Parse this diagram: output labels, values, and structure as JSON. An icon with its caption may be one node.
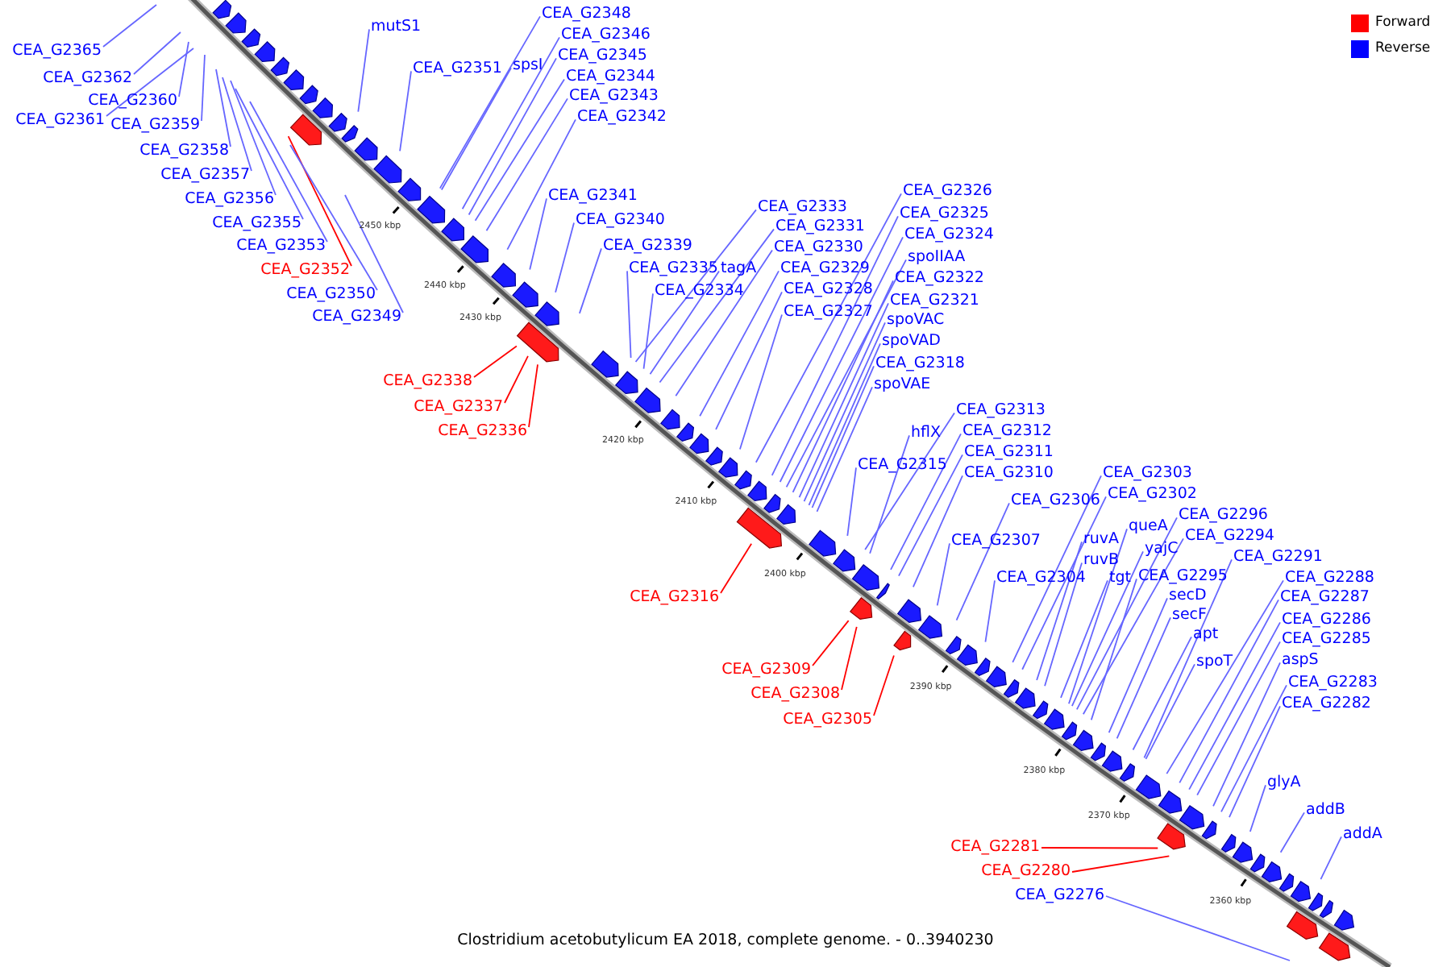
{
  "diagram": {
    "caption": "Clostridium acetobutylicum EA 2018, complete genome. - 0..3940230",
    "nodes": [
      {
        "text": [
          "CEA_G2365"
        ]
      },
      {
        "text": [
          "CEA_G2362"
        ]
      },
      {
        "text": [
          "CEA_G2360"
        ]
      },
      {
        "text": [
          "CEA_G2361"
        ]
      },
      {
        "text": [
          "CEA_G2359"
        ]
      },
      {
        "text": [
          "CEA_G2358"
        ]
      },
      {
        "text": [
          "CEA_G2357"
        ]
      },
      {
        "text": [
          "CEA_G2356"
        ]
      },
      {
        "text": [
          "CEA_G2355"
        ]
      },
      {
        "text": [
          "CEA_G2353"
        ]
      },
      {
        "text": [
          "CEA_G2352"
        ]
      },
      {
        "text": [
          "CEA_G2350"
        ]
      },
      {
        "text": [
          "CEA_G2349"
        ]
      },
      {
        "text": [
          "mutS1"
        ]
      },
      {
        "text": [
          "CEA_G2348"
        ]
      },
      {
        "text": [
          "CEA_G2351"
        ]
      },
      {
        "text": [
          "spsI"
        ]
      },
      {
        "text": [
          "CEA_G2346"
        ]
      },
      {
        "text": [
          "CEA_G2345"
        ]
      },
      {
        "text": [
          "CEA_G2344"
        ]
      },
      {
        "text": [
          "CEA_G2343"
        ]
      },
      {
        "text": [
          "CEA_G2342"
        ]
      },
      {
        "text": [
          "CEA_G2341"
        ]
      },
      {
        "text": [
          "CEA_G2340"
        ]
      },
      {
        "text": [
          "CEA_G2339"
        ]
      },
      {
        "text": [
          "CEA_G2338"
        ]
      },
      {
        "text": [
          "CEA_G2337"
        ]
      },
      {
        "text": [
          "CEA_G2336"
        ]
      },
      {
        "text": [
          "CEA_G2333"
        ]
      },
      {
        "text": [
          "CEA_G2335"
        ]
      },
      {
        "text": [
          "tagA"
        ]
      },
      {
        "text": [
          "CEA_G2334"
        ]
      },
      {
        "text": [
          "CEA_G2331"
        ]
      },
      {
        "text": [
          "CEA_G2330"
        ]
      },
      {
        "text": [
          "CEA_G2329"
        ]
      },
      {
        "text": [
          "CEA_G2328"
        ]
      },
      {
        "text": [
          "CEA_G2327"
        ]
      },
      {
        "text": [
          "CEA_G2326"
        ]
      },
      {
        "text": [
          "CEA_G2325"
        ]
      },
      {
        "text": [
          "CEA_G2324"
        ]
      },
      {
        "text": [
          "spoIIAA"
        ]
      },
      {
        "text": [
          "CEA_G2322"
        ]
      },
      {
        "text": [
          "CEA_G2321"
        ]
      },
      {
        "text": [
          "spoVAC"
        ]
      },
      {
        "text": [
          "spoVAD"
        ]
      },
      {
        "text": [
          "CEA_G2318"
        ]
      },
      {
        "text": [
          "spoVAE"
        ]
      },
      {
        "text": [
          "CEA_G2313"
        ]
      },
      {
        "text": [
          "hflX"
        ]
      },
      {
        "text": [
          "CEA_G2312"
        ]
      },
      {
        "text": [
          "CEA_G2315"
        ]
      },
      {
        "text": [
          "CEA_G2311"
        ]
      },
      {
        "text": [
          "CEA_G2310"
        ]
      },
      {
        "text": [
          "CEA_G2316"
        ]
      },
      {
        "text": [
          "CEA_G2306"
        ]
      },
      {
        "text": [
          "CEA_G2307"
        ]
      },
      {
        "text": [
          "CEA_G2303"
        ]
      },
      {
        "text": [
          "CEA_G2302"
        ]
      },
      {
        "text": [
          "ruvA"
        ]
      },
      {
        "text": [
          "queA"
        ]
      },
      {
        "text": [
          "CEA_G2296"
        ]
      },
      {
        "text": [
          "ruvB"
        ]
      },
      {
        "text": [
          "yajC"
        ]
      },
      {
        "text": [
          "CEA_G2294"
        ]
      },
      {
        "text": [
          "CEA_G2304"
        ]
      },
      {
        "text": [
          "tgt"
        ]
      },
      {
        "text": [
          "CEA_G2295"
        ]
      },
      {
        "text": [
          "CEA_G2291"
        ]
      },
      {
        "text": [
          "secD"
        ]
      },
      {
        "text": [
          "secF"
        ]
      },
      {
        "text": [
          "CEA_G2288"
        ]
      },
      {
        "text": [
          "CEA_G2287"
        ]
      },
      {
        "text": [
          "apt"
        ]
      },
      {
        "text": [
          "CEA_G2286"
        ]
      },
      {
        "text": [
          "CEA_G2285"
        ]
      },
      {
        "text": [
          "spoT"
        ]
      },
      {
        "text": [
          "aspS"
        ]
      },
      {
        "text": [
          "CEA_G2283"
        ]
      },
      {
        "text": [
          "CEA_G2282"
        ]
      },
      {
        "text": [
          "CEA_G2309"
        ]
      },
      {
        "text": [
          "CEA_G2308"
        ]
      },
      {
        "text": [
          "CEA_G2305"
        ]
      },
      {
        "text": [
          "glyA"
        ]
      },
      {
        "text": [
          "addB"
        ]
      },
      {
        "text": [
          "addA"
        ]
      },
      {
        "text": [
          "CEA_G2281"
        ]
      },
      {
        "text": [
          "CEA_G2280"
        ]
      },
      {
        "text": [
          "CEA_G2276"
        ]
      }
    ],
    "edges": [
      {
        "from": 0,
        "to": null,
        "arrow": "none"
      },
      {
        "from": 1,
        "to": null,
        "arrow": "none"
      },
      {
        "from": 2,
        "to": null,
        "arrow": "none"
      },
      {
        "from": 3,
        "to": null,
        "arrow": "none"
      },
      {
        "from": 4,
        "to": null,
        "arrow": "none"
      },
      {
        "from": 5,
        "to": null,
        "arrow": "none"
      },
      {
        "from": 6,
        "to": null,
        "arrow": "none"
      },
      {
        "from": 7,
        "to": null,
        "arrow": "none"
      },
      {
        "from": 8,
        "to": null,
        "arrow": "none"
      },
      {
        "from": 9,
        "to": null,
        "arrow": "none"
      },
      {
        "from": 10,
        "to": null,
        "arrow": "none",
        "color": "#ff0000"
      },
      {
        "from": 11,
        "to": null,
        "arrow": "none"
      },
      {
        "from": 12,
        "to": null,
        "arrow": "none"
      },
      {
        "from": 13,
        "to": null,
        "arrow": "none"
      },
      {
        "from": 14,
        "to": null,
        "arrow": "none"
      },
      {
        "from": 15,
        "to": null,
        "arrow": "none"
      },
      {
        "from": 16,
        "to": null,
        "arrow": "none"
      },
      {
        "from": 17,
        "to": null,
        "arrow": "none"
      },
      {
        "from": 18,
        "to": null,
        "arrow": "none"
      },
      {
        "from": 19,
        "to": null,
        "arrow": "none"
      },
      {
        "from": 20,
        "to": null,
        "arrow": "none"
      },
      {
        "from": 21,
        "to": null,
        "arrow": "none"
      },
      {
        "from": 22,
        "to": null,
        "arrow": "none"
      },
      {
        "from": 23,
        "to": null,
        "arrow": "none"
      },
      {
        "from": 24,
        "to": null,
        "arrow": "none"
      },
      {
        "from": 25,
        "to": null,
        "arrow": "none",
        "color": "#ff0000"
      },
      {
        "from": 26,
        "to": null,
        "arrow": "none",
        "color": "#ff0000"
      },
      {
        "from": 27,
        "to": null,
        "arrow": "none",
        "color": "#ff0000"
      },
      {
        "from": 28,
        "to": null,
        "arrow": "none"
      },
      {
        "from": 29,
        "to": null,
        "arrow": "none"
      },
      {
        "from": 30,
        "to": null,
        "arrow": "none"
      },
      {
        "from": 31,
        "to": null,
        "arrow": "none"
      },
      {
        "from": 32,
        "to": null,
        "arrow": "none"
      },
      {
        "from": 33,
        "to": null,
        "arrow": "none"
      },
      {
        "from": 34,
        "to": null,
        "arrow": "none"
      },
      {
        "from": 35,
        "to": null,
        "arrow": "none"
      },
      {
        "from": 36,
        "to": null,
        "arrow": "none"
      },
      {
        "from": 37,
        "to": null,
        "arrow": "none"
      },
      {
        "from": 38,
        "to": null,
        "arrow": "none"
      },
      {
        "from": 39,
        "to": null,
        "arrow": "none"
      },
      {
        "from": 40,
        "to": null,
        "arrow": "none"
      },
      {
        "from": 41,
        "to": null,
        "arrow": "none"
      },
      {
        "from": 42,
        "to": null,
        "arrow": "none"
      },
      {
        "from": 43,
        "to": null,
        "arrow": "none"
      },
      {
        "from": 44,
        "to": null,
        "arrow": "none"
      },
      {
        "from": 45,
        "to": null,
        "arrow": "none"
      },
      {
        "from": 46,
        "to": null,
        "arrow": "none"
      },
      {
        "from": 47,
        "to": null,
        "arrow": "none"
      },
      {
        "from": 48,
        "to": null,
        "arrow": "none"
      },
      {
        "from": 49,
        "to": null,
        "arrow": "none"
      },
      {
        "from": 50,
        "to": null,
        "arrow": "none"
      },
      {
        "from": 51,
        "to": null,
        "arrow": "none"
      },
      {
        "from": 52,
        "to": null,
        "arrow": "none"
      },
      {
        "from": 53,
        "to": null,
        "arrow": "none",
        "color": "#ff0000"
      },
      {
        "from": 54,
        "to": null,
        "arrow": "none"
      },
      {
        "from": 55,
        "to": null,
        "arrow": "none"
      },
      {
        "from": 56,
        "to": null,
        "arrow": "none"
      },
      {
        "from": 57,
        "to": null,
        "arrow": "none"
      },
      {
        "from": 58,
        "to": null,
        "arrow": "none"
      },
      {
        "from": 59,
        "to": null,
        "arrow": "none"
      },
      {
        "from": 60,
        "to": null,
        "arrow": "none"
      },
      {
        "from": 61,
        "to": null,
        "arrow": "none"
      },
      {
        "from": 62,
        "to": null,
        "arrow": "none"
      },
      {
        "from": 63,
        "to": null,
        "arrow": "none"
      },
      {
        "from": 64,
        "to": null,
        "arrow": "none"
      },
      {
        "from": 65,
        "to": null,
        "arrow": "none"
      },
      {
        "from": 66,
        "to": null,
        "arrow": "none"
      },
      {
        "from": 67,
        "to": null,
        "arrow": "none"
      },
      {
        "from": 68,
        "to": null,
        "arrow": "none"
      },
      {
        "from": 69,
        "to": null,
        "arrow": "none"
      },
      {
        "from": 70,
        "to": null,
        "arrow": "none"
      },
      {
        "from": 71,
        "to": null,
        "arrow": "none"
      },
      {
        "from": 72,
        "to": null,
        "arrow": "none"
      },
      {
        "from": 73,
        "to": null,
        "arrow": "none"
      },
      {
        "from": 74,
        "to": null,
        "arrow": "none"
      },
      {
        "from": 75,
        "to": null,
        "arrow": "none"
      },
      {
        "from": 76,
        "to": null,
        "arrow": "none"
      },
      {
        "from": 77,
        "to": null,
        "arrow": "none"
      },
      {
        "from": 78,
        "to": null,
        "arrow": "none"
      },
      {
        "from": 79,
        "to": null,
        "arrow": "none",
        "color": "#ff0000"
      },
      {
        "from": 80,
        "to": null,
        "arrow": "none",
        "color": "#ff0000"
      },
      {
        "from": 81,
        "to": null,
        "arrow": "none",
        "color": "#ff0000"
      },
      {
        "from": 82,
        "to": null,
        "arrow": "none"
      },
      {
        "from": 83,
        "to": null,
        "arrow": "none"
      },
      {
        "from": 84,
        "to": null,
        "arrow": "none"
      },
      {
        "from": 85,
        "to": null,
        "arrow": "none",
        "color": "#ff0000"
      },
      {
        "from": 86,
        "to": null,
        "arrow": "none",
        "color": "#ff0000"
      },
      {
        "from": 87,
        "to": null,
        "arrow": "none"
      }
    ],
    "labels": [
      "2450 kbp",
      "2440 kbp",
      "2430 kbp",
      "2420 kbp",
      "2410 kbp",
      "2400 kbp",
      "2390 kbp",
      "2380 kbp",
      "2370 kbp",
      "2360 kbp"
    ],
    "legend": [
      {
        "text": "Forward",
        "color": "#ff0000"
      },
      {
        "text": "Reverse",
        "color": "#0000ff"
      }
    ]
  }
}
